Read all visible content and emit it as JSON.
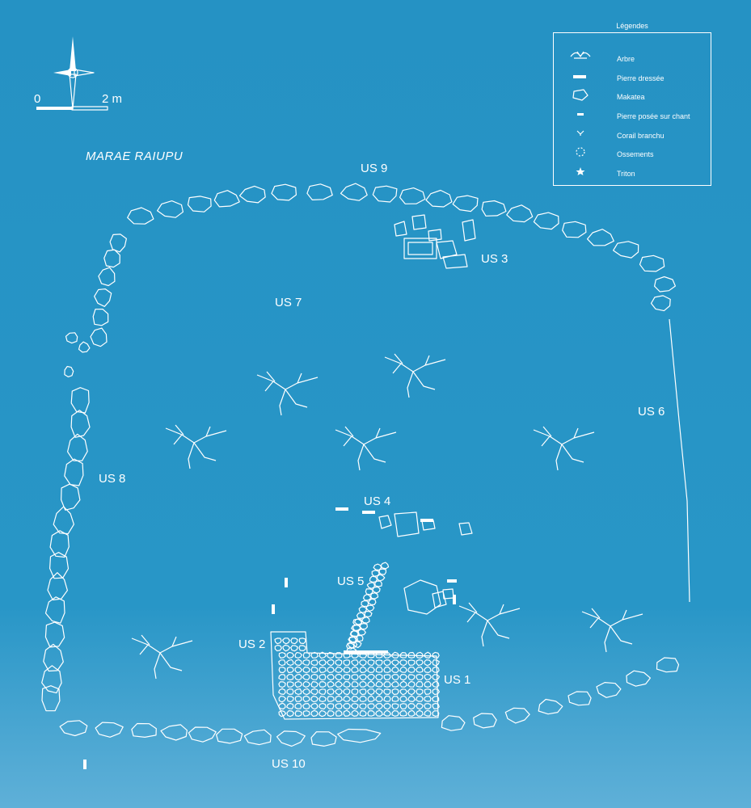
{
  "title": "MARAE RAIUPU",
  "legend": {
    "title": "Légendes",
    "items": [
      {
        "key": "arbre",
        "label": "Arbre"
      },
      {
        "key": "pierre-dressee",
        "label": "Pierre dressée"
      },
      {
        "key": "makatea",
        "label": "Makatea"
      },
      {
        "key": "pierre-posee",
        "label": "Pierre posée sur chant"
      },
      {
        "key": "corail",
        "label": "Corail branchu"
      },
      {
        "key": "ossements",
        "label": "Ossements"
      },
      {
        "key": "triton",
        "label": "Triton"
      }
    ]
  },
  "scale": {
    "start": "0",
    "end": "2 m"
  },
  "units": {
    "us1": "US 1",
    "us2": "US 2",
    "us3": "US 3",
    "us4": "US 4",
    "us5": "US 5",
    "us6": "US 6",
    "us7": "US 7",
    "us8": "US 8",
    "us9": "US 9",
    "us10": "US 10"
  },
  "colors": {
    "background": "#2592c4",
    "line": "#ffffff"
  }
}
